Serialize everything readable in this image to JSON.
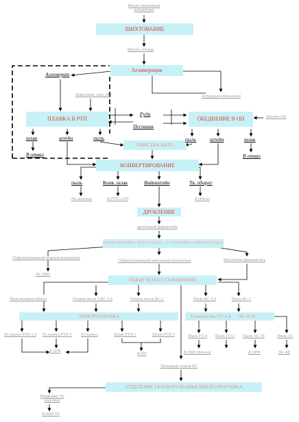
{
  "nodes": {
    "ore_conc": "Медно-никелевый концентрат",
    "blending": "ШИХТОВАНИЕ",
    "charge_ready": "Шихта готовая",
    "sintering": "Агломерация",
    "agglomerate": "Агломерат",
    "lime": "Известняк, кокс, МЗ",
    "offgas": "Аспирация обжиговой",
    "smelting": "ПЛАВКА В РТП",
    "ore": "Руда",
    "sand": "Песчаник",
    "depletion": "ОБЕДНЕНИЕ В ОП",
    "charge_op": "Шихта ОП",
    "slag1": "шлак",
    "matte1": "штейн",
    "dust1": "пыль",
    "to_dump1": "В отвал",
    "gas_clean": "ОЧИСТКА НАТО",
    "dust2": "пыль",
    "matte2": "штейн",
    "slag2": "шлак",
    "to_dump2": "В отвал",
    "converting": "КОНВЕРТИРОВАНИЕ",
    "dust3": "пыль",
    "conv_slag": "Конв. шлак",
    "fine_matte": "Файнштейн",
    "recycle": "Тв. оборот",
    "to_mix": "На шихтов.",
    "to_rtp": "В РТП и ОП",
    "to_blend": "В обжиг",
    "crushing": "ДРОБЛЕНИЕ",
    "crushed": "дробленый файнштейн",
    "flotation": "ИЗМЕЛЬЧЕНИЕ, ФЛОТАЦИЯ, СГУЩЕНИЕ и ФИЛЬТРАЦИЯ",
    "cu_conc": "Отфильтрованный медный концентрат",
    "to_mmz": "На ПМЗ",
    "ni_conc": "Отфильтрованный никелевый концентрат",
    "mag_frac": "Магнитная фракция бгу",
    "roasting": "ОБЖИГ И ВОССТАНОВЛЕНИЕ",
    "dust_reg": "Пыль возврат/обжиг",
    "cinder_5": "Огарок после 5 КС-3,4",
    "cinder_1": "Огарок после КС-1",
    "dust_ks2": "Пыль КС-2,4",
    "dust_ks1": "Пыль КС-1",
    "electro": "ЭЛЕКТРОПЛАВКА",
    "gas_cleaning": "Газоочистка ГО-2,4",
    "ac_810": "АС-8,10",
    "ni_rtp14": "Ni гранул РТП-1,4",
    "ni_rtp5": "Ni гранул РТП-5",
    "ni_flat": "Ni гранул",
    "slag_rtp1": "Шлак РТП-1",
    "slag_rtp5": "Шлак РТП-5",
    "dust_go4": "Пыль ГО-4",
    "dust_go2": "Пыль ГО-2",
    "dust_ac10": "Пыль АС-10",
    "dust_ac": "Пыль АС",
    "to_plant": "В ЛЗН",
    "to_rtp2": "В РП",
    "to_mmz2": "В ЭМЗ Печенга",
    "to_ac": "В ЭРФ",
    "to_ao": "На АФ",
    "cold_cinder": "Холодный огарок КС",
    "gas_reduction": "ОТДЕЛЕНИЕ ГАЗОВОГО И НИКЕЛЕВОГО ПОРОШКА",
    "reduction_out": "Рециклинг Ni порошок",
    "bottom_out": "В ПЗН ЗН"
  }
}
